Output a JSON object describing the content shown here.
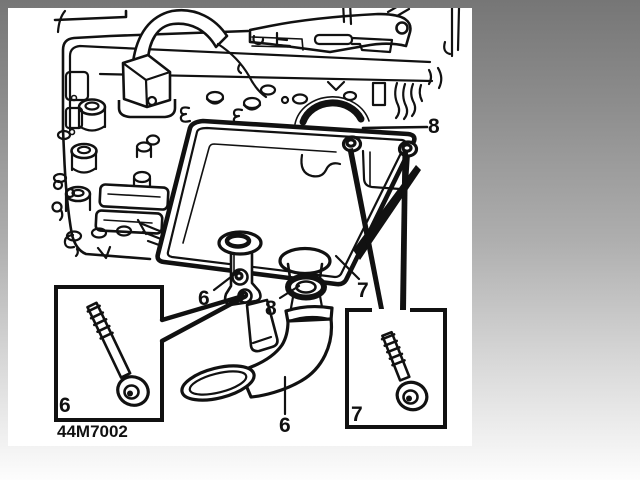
{
  "figure": {
    "part_number": "44M7002",
    "labels": {
      "plate_bolt_top": "8",
      "pickup_flange_bolt": "6",
      "seal_grommet": "8",
      "pickup_tube": "6",
      "pan_bolt": "7",
      "inset_left_bolt": "6",
      "inset_right_bolt": "7"
    },
    "colors": {
      "ink": "#111111",
      "paper": "#ffffff",
      "backdrop_top": "#767676",
      "backdrop_bottom": "#fdfdfd"
    }
  }
}
